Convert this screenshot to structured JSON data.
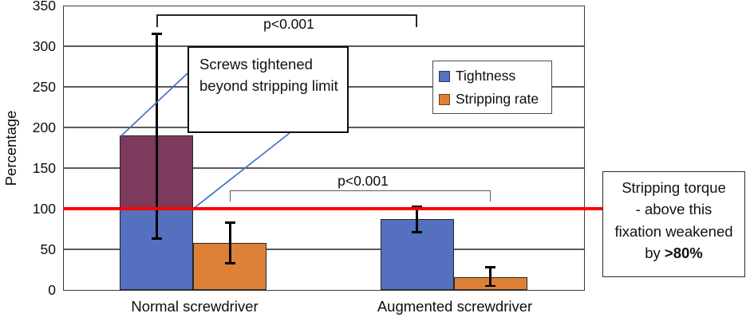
{
  "chart_data": {
    "type": "bar",
    "title": "",
    "ylabel": "Percentage",
    "xlabel": "",
    "ylim": [
      0,
      350
    ],
    "yticks": [
      0,
      50,
      100,
      150,
      200,
      250,
      300,
      350
    ],
    "grid": true,
    "categories": [
      "Normal screwdriver",
      "Augmented screwdriver"
    ],
    "series": [
      {
        "name": "Tightness",
        "color": "#5470BE",
        "values": [
          190,
          87
        ],
        "error_low": [
          63,
          71
        ],
        "error_high": [
          315,
          103
        ]
      },
      {
        "name": "Stripping rate",
        "color": "#DD8138",
        "values": [
          58,
          16
        ],
        "error_low": [
          33,
          5
        ],
        "error_high": [
          83,
          28
        ]
      }
    ],
    "overflow_segment": {
      "series": "Tightness",
      "category": "Normal screwdriver",
      "above_value": 100,
      "color": "#7E3A5C"
    },
    "reference_line": {
      "value": 100,
      "color": "#FE0000"
    },
    "legend": {
      "position": "inside-top-right",
      "entries": [
        "Tightness",
        "Stripping rate"
      ]
    }
  },
  "annotations": {
    "bracket_tightness": {
      "label": "p<0.001"
    },
    "bracket_stripping": {
      "label": "p<0.001"
    },
    "callout": {
      "text": "Screws tightened beyond stripping limit",
      "line_color": "#4472C4"
    },
    "side_note": {
      "line1": "Stripping torque",
      "line2": "- above this",
      "line3": "fixation weakened",
      "line4_prefix": "by ",
      "line4_bold": ">80%"
    }
  }
}
